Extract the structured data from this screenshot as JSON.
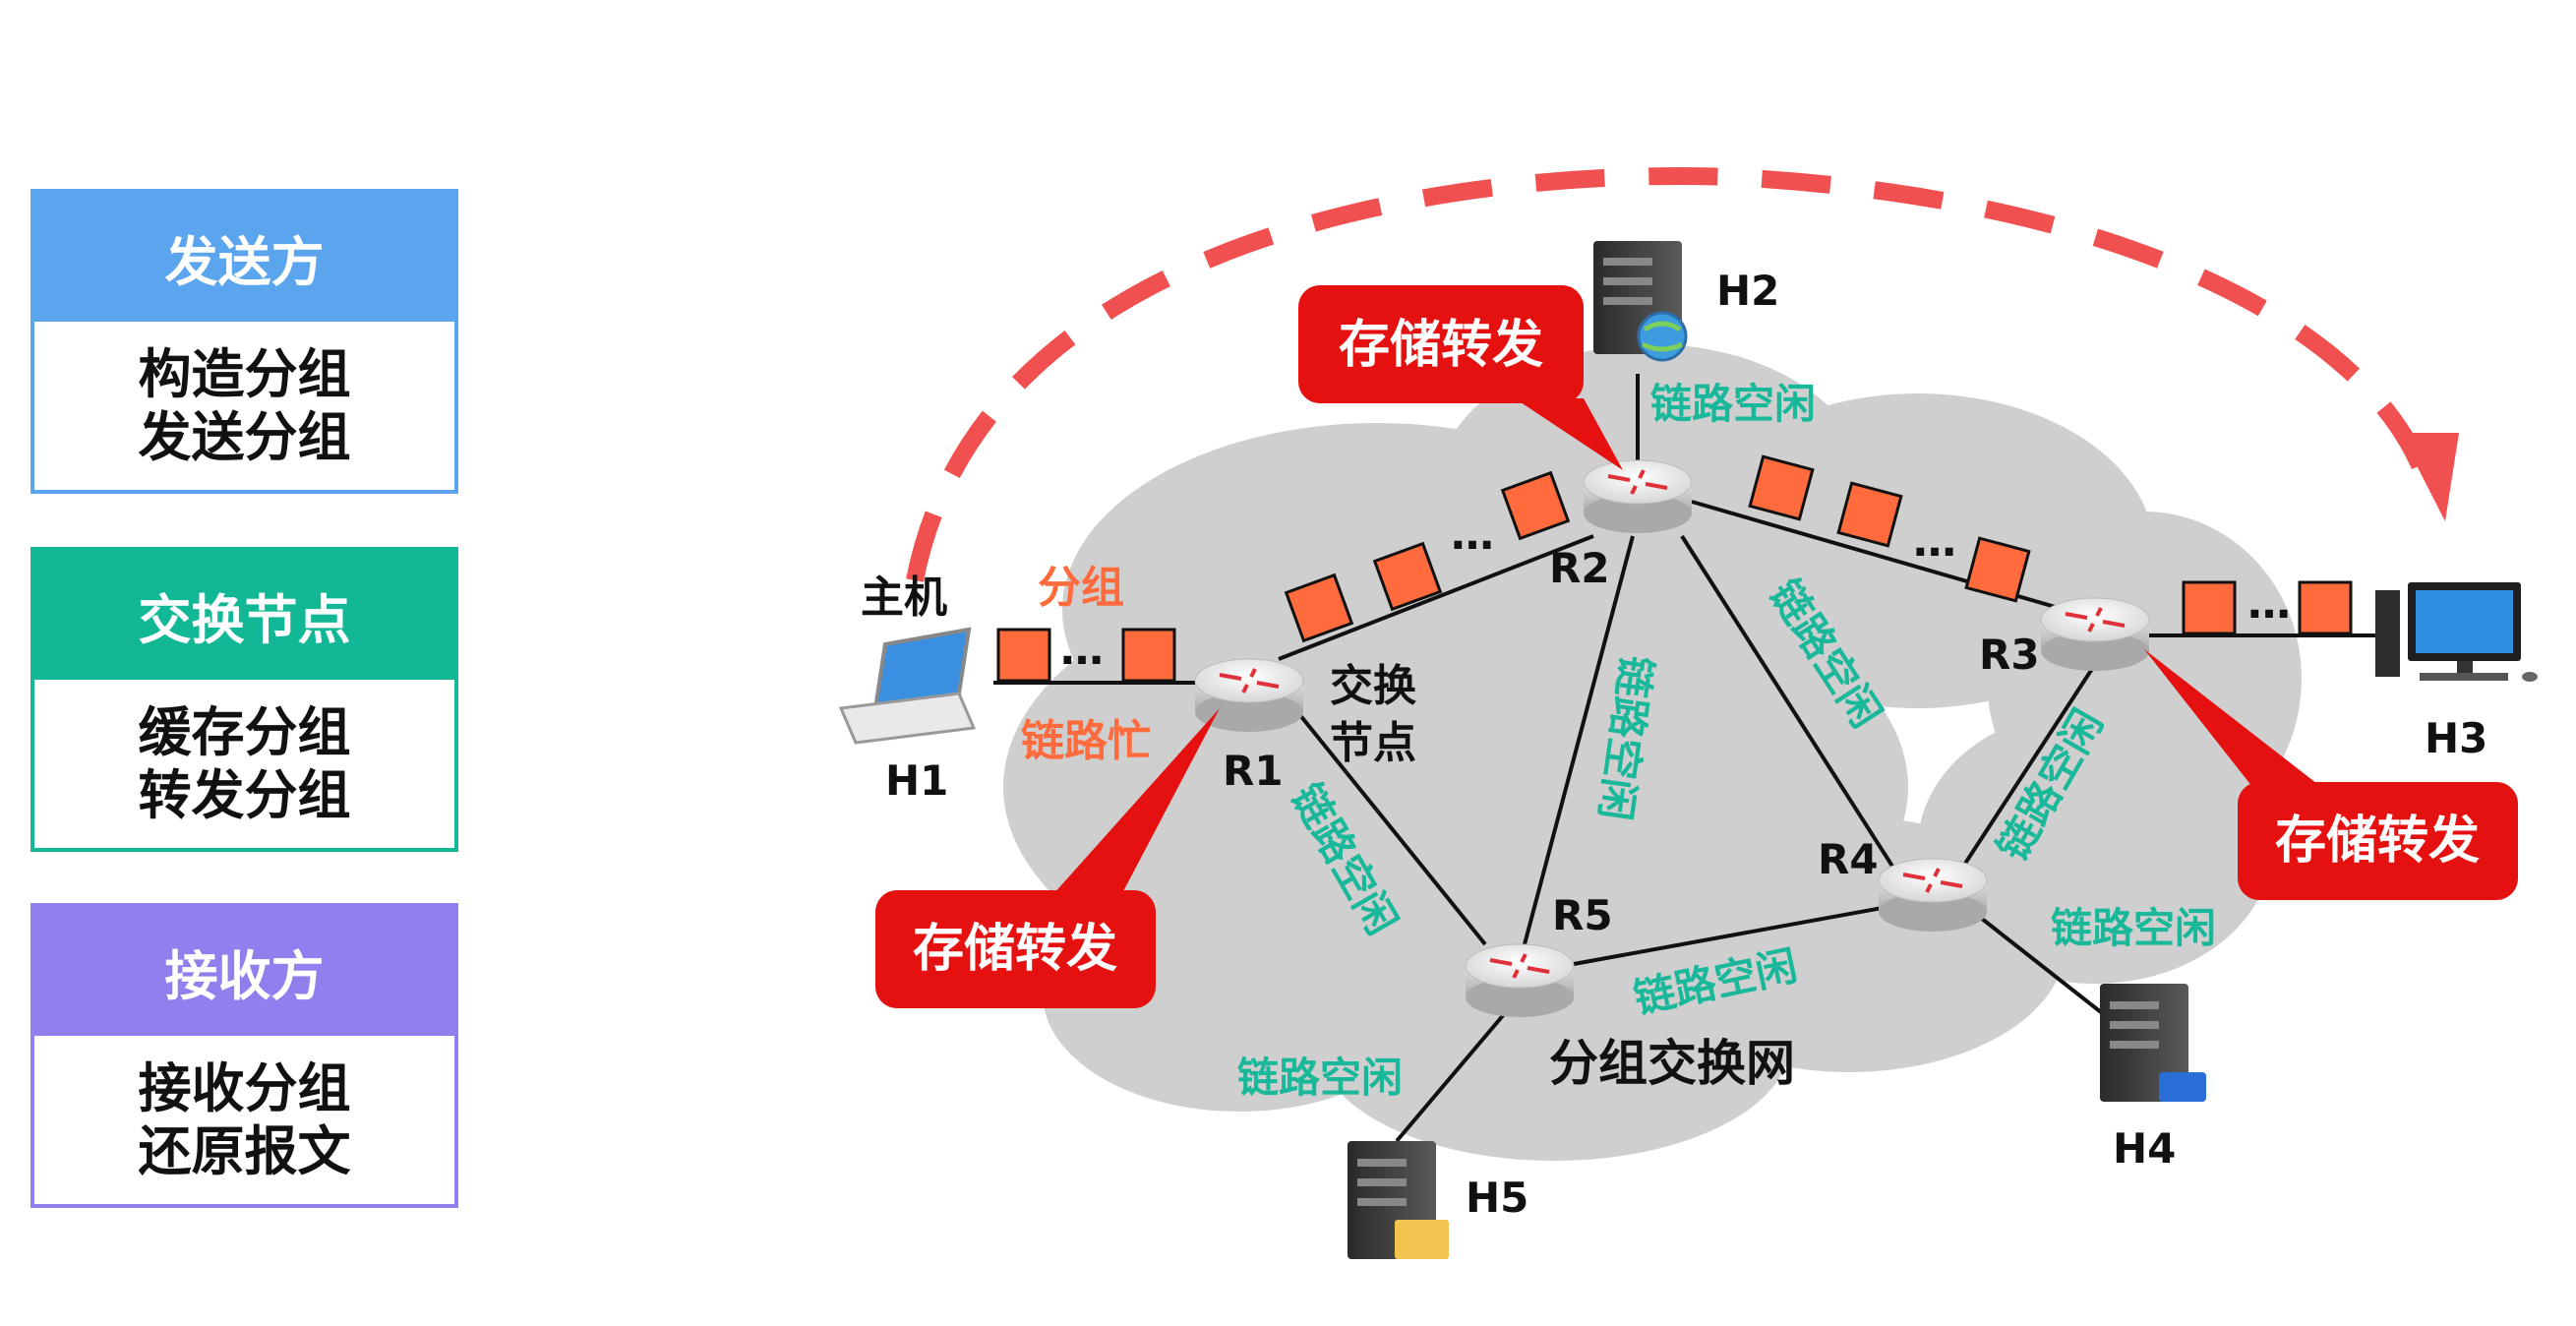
{
  "colors": {
    "sender": "#5aa5ee",
    "switch": "#12b896",
    "receiver": "#8f80ee",
    "arrow": "#f0504f",
    "packet": "#ff6b3d",
    "packet_label": "#ff6b3d",
    "link_idle": "#1ab89a",
    "callout": "#e51010",
    "cloud": "#cfcfcf"
  },
  "panels": [
    {
      "title": "发送方",
      "lines": [
        "构造分组",
        "发送分组"
      ]
    },
    {
      "title": "交换节点",
      "lines": [
        "缓存分组",
        "转发分组"
      ]
    },
    {
      "title": "接收方",
      "lines": [
        "接收分组",
        "还原报文"
      ]
    }
  ],
  "network": {
    "cloud_label": "分组交换网",
    "host_label": "主机",
    "packet_label": "分组",
    "link_busy": "链路忙",
    "link_idle": "链路空闲",
    "switch_node_label": "交换节点",
    "store_forward": "存储转发",
    "ellipsis": "…",
    "routers": [
      "R1",
      "R2",
      "R3",
      "R4",
      "R5"
    ],
    "hosts": [
      "H1",
      "H2",
      "H3",
      "H4",
      "H5"
    ]
  }
}
